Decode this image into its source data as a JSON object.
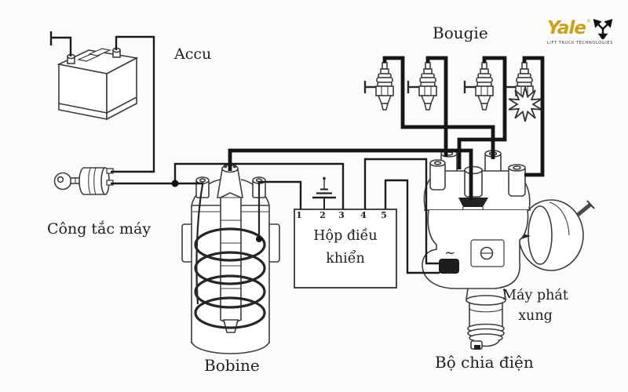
{
  "page": {
    "background": "#fbfbfb"
  },
  "brand": {
    "name": "Yale",
    "registered": "®",
    "tagline": "LIFT TRUCK TECHNOLOGIES",
    "color": "#C9A21B"
  },
  "labels": {
    "battery": "Accu",
    "spark_plugs": "Bougie",
    "ignition_switch": "Công tắc máy",
    "control_box_line1": "Hộp điều",
    "control_box_line2": "khiển",
    "coil": "Bobine",
    "pulse_generator_line1": "Máy phát",
    "pulse_generator_line2": "xung",
    "distributor": "Bộ chia điện",
    "ac_symbol": "~"
  },
  "control_box": {
    "terminals": [
      "1",
      "2",
      "3",
      "4",
      "5"
    ]
  },
  "diagram": {
    "ink_color": "#3d3d3d",
    "wire_color": "#1b1b1b"
  }
}
